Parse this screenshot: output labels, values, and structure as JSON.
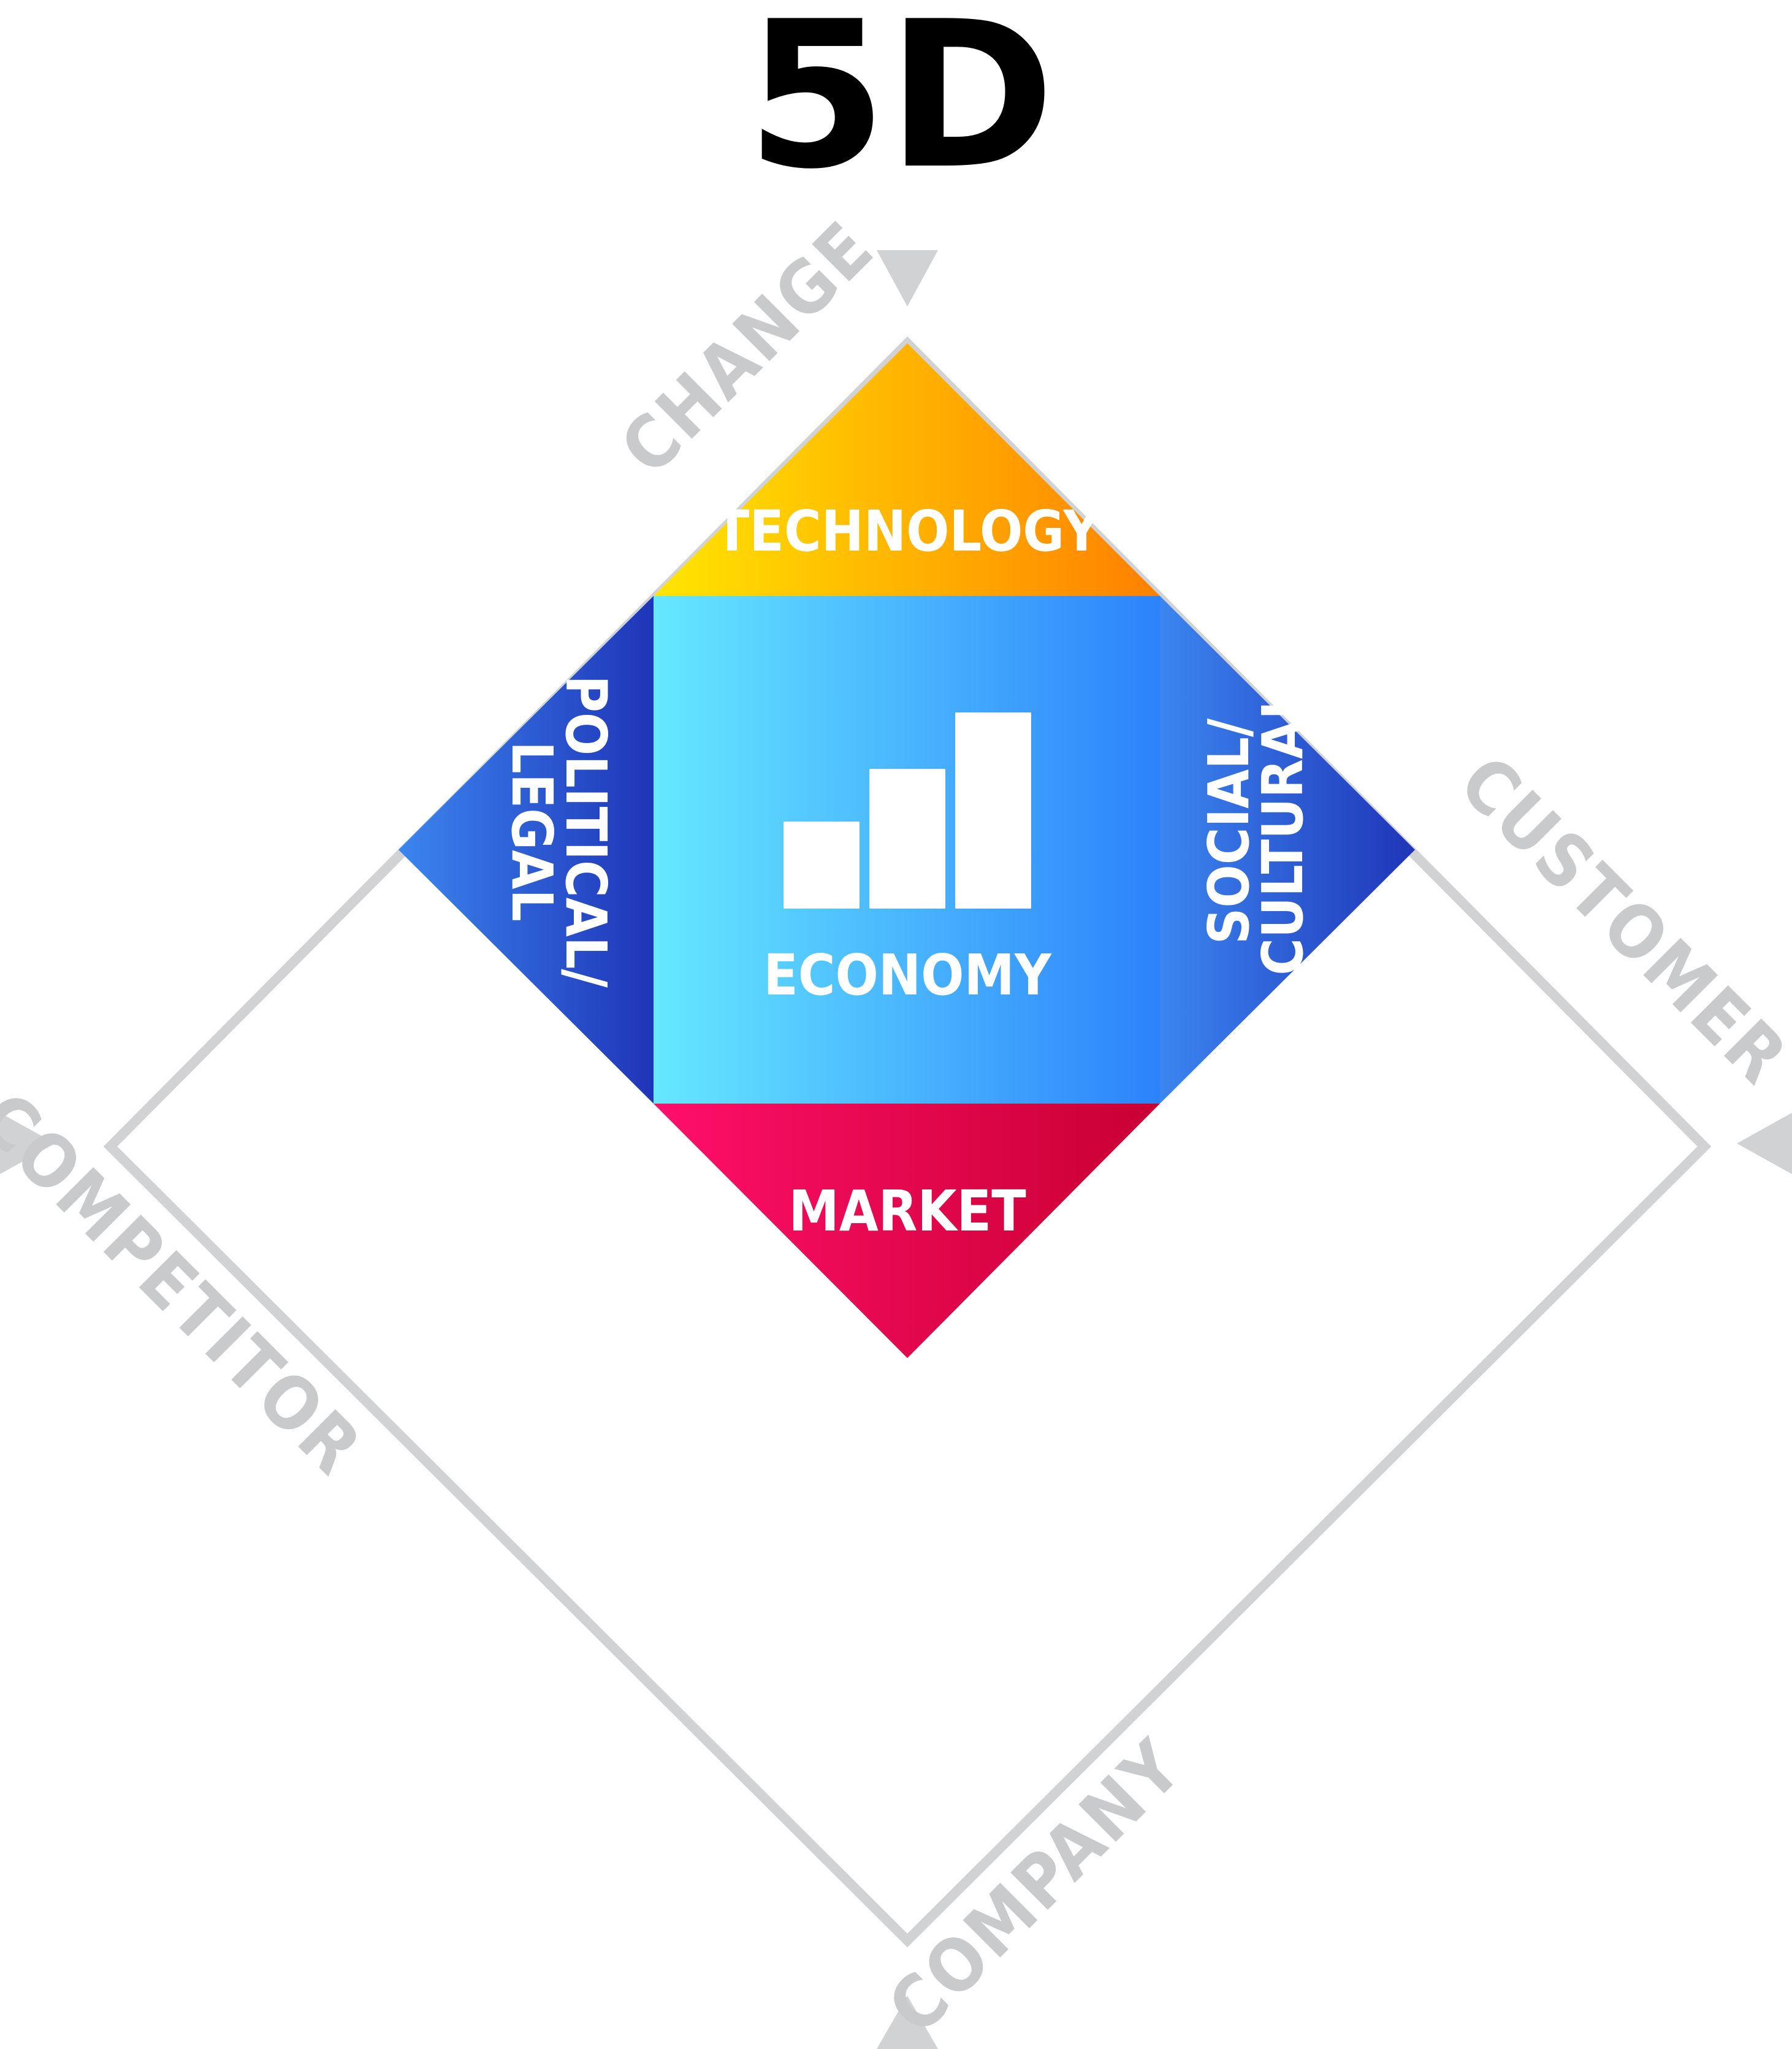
{
  "title": "5D",
  "colors": {
    "outline_gray": "#d1d2d4",
    "technology": [
      "#ffe600",
      "#ff8000"
    ],
    "economy": [
      "#66e8ff",
      "#2c82fb"
    ],
    "side_blue": [
      "#3b86f0",
      "#1f35b8"
    ],
    "market": [
      "#ff0f6a",
      "#c80032"
    ]
  },
  "outer": {
    "change": "CHANGE",
    "customer": "CUSTOMER",
    "company": "COMPANY",
    "competitor": "COMPETITOR"
  },
  "segments": {
    "technology": "TECHNOLOGY",
    "economy": "ECONOMY",
    "political_line1": "POLITICAL/",
    "political_line2": "LEGAL",
    "social_line1": "SOCIAL/",
    "social_line2": "CULTURAL",
    "market": "MARKET"
  },
  "center_icon": "bar-chart-icon"
}
